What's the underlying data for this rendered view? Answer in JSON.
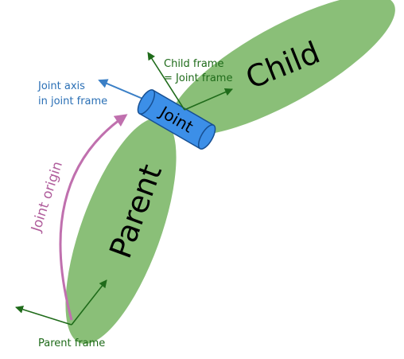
{
  "diagram": {
    "parent_label": "Parent",
    "child_label": "Child",
    "joint_label": "Joint",
    "joint_origin_label": "Joint origin",
    "parent_frame_label": "Parent frame",
    "child_frame_line1": "Child frame",
    "child_frame_line2": "= Joint frame",
    "joint_axis_line1": "Joint axis",
    "joint_axis_line2": "in joint frame"
  },
  "colors": {
    "link_fill": "#8abf78",
    "frame_arrow": "#1f6b1a",
    "frame_text": "#1f6b1a",
    "axis_arrow": "#3a7fc6",
    "axis_text": "#2a6fb5",
    "joint_fill": "#3c8fe8",
    "joint_stroke": "#174f92",
    "origin_arrow": "#c070ae",
    "origin_text": "#b05e9c"
  }
}
